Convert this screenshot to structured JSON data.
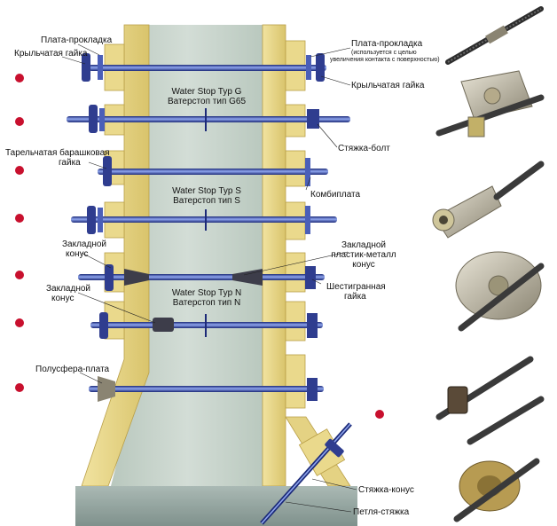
{
  "title": "Формообразующие элементы: стяжки и крепёж опалубки",
  "labels": {
    "plate_washer_left": "Плата-прокладка",
    "wing_nut_left": "Крыльчатая гайка",
    "plate_washer_right": "Плата-прокладка",
    "plate_washer_note_1": "(используется с целью",
    "plate_washer_note_2": "увеличения контакта с поверхностью)",
    "wing_nut_right": "Крыльчатая гайка",
    "waterstop_g_en": "Water Stop Typ G",
    "waterstop_g_ru": "Ватерстоп тип G65",
    "tie_bolt": "Стяжка-болт",
    "dish_wing_nut_1": "Тарельчатая барашковая",
    "dish_wing_nut_2": "гайка",
    "combi_plate": "Комбиплата",
    "waterstop_s_en": "Water Stop Typ S",
    "waterstop_s_ru": "Ватерстоп тип S",
    "cast_cone_1": "Закладной",
    "cast_cone_2": "конус",
    "cast_cone_pm_1": "Закладной",
    "cast_cone_pm_2": "пластик-металл",
    "cast_cone_pm_3": "конус",
    "hex_nut_1": "Шестигранная",
    "hex_nut_2": "гайка",
    "cast_cone_b_1": "Закладной",
    "cast_cone_b_2": "конус",
    "waterstop_n_en": "Water Stop Typ N",
    "waterstop_n_ru": "Ватерстоп тип N",
    "hemisphere_plate": "Полусфера-плата",
    "tie_cone": "Стяжка-конус",
    "loop_tie": "Петля-стяжка"
  },
  "colors": {
    "timber": "#e9d98a",
    "timber_dark": "#c8ad55",
    "concrete": "#c4d0c8",
    "rod": "#2d3f9a",
    "rod_light": "#8fa6ee",
    "accent_dot": "#c8102e",
    "ground": "#9aaca6"
  },
  "photos": [
    {
      "name": "threaded-tie-rod-with-coupler",
      "icon": "tie-rod-icon"
    },
    {
      "name": "plate-washer-with-wing-nut",
      "icon": "plate-washer-icon"
    },
    {
      "name": "cast-cone",
      "icon": "cone-icon"
    },
    {
      "name": "combi-plate-wing",
      "icon": "combi-plate-icon"
    },
    {
      "name": "hex-nut-on-rod",
      "icon": "hex-nut-icon"
    },
    {
      "name": "dish-wing-nut",
      "icon": "wing-nut-icon"
    }
  ]
}
